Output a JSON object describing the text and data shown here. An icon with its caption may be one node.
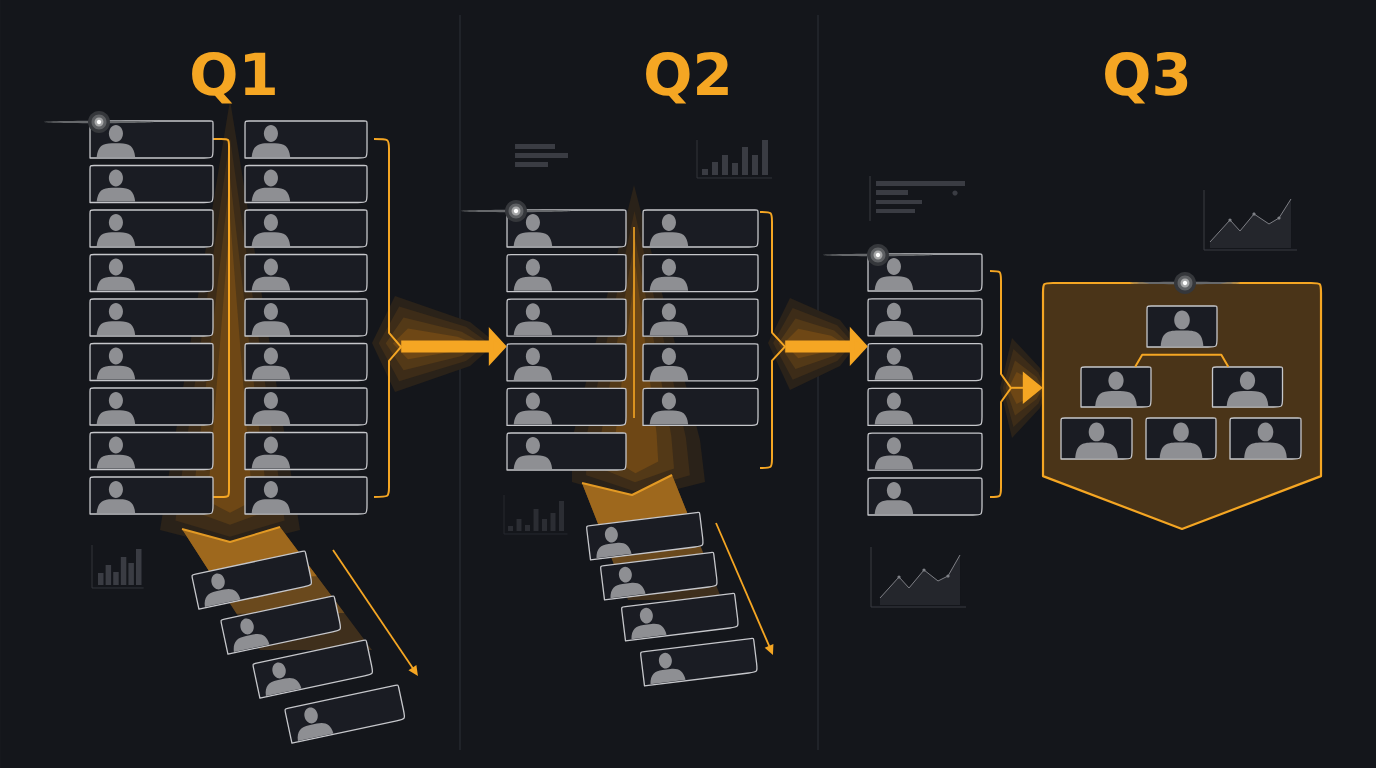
{
  "diagram": {
    "nodes": [
      {
        "text": [],
        "shape": "person"
      },
      {
        "text": [],
        "shape": "person"
      },
      {
        "text": [],
        "shape": "person"
      },
      {
        "text": [],
        "shape": "person"
      },
      {
        "text": [],
        "shape": "person"
      },
      {
        "text": [],
        "shape": "person"
      },
      {
        "text": [],
        "shape": "person"
      },
      {
        "text": [],
        "shape": "person"
      },
      {
        "text": [],
        "shape": "person"
      },
      {
        "text": [],
        "shape": "person"
      },
      {
        "text": [],
        "shape": "person"
      },
      {
        "text": [],
        "shape": "person"
      },
      {
        "text": [],
        "shape": "person"
      },
      {
        "text": [],
        "shape": "person"
      },
      {
        "text": [],
        "shape": "person"
      },
      {
        "text": [],
        "shape": "person"
      },
      {
        "text": [],
        "shape": "person"
      },
      {
        "text": [],
        "shape": "person"
      },
      {
        "text": [],
        "shape": "person"
      },
      {
        "text": [],
        "shape": "person"
      },
      {
        "text": [],
        "shape": "person"
      },
      {
        "text": [],
        "shape": "person"
      },
      {
        "text": [],
        "shape": "person"
      },
      {
        "text": [],
        "shape": "person"
      },
      {
        "text": [],
        "shape": "person"
      },
      {
        "text": [],
        "shape": "person"
      },
      {
        "text": [],
        "shape": "person"
      },
      {
        "text": [],
        "shape": "person"
      },
      {
        "text": [],
        "shape": "person"
      },
      {
        "text": [],
        "shape": "person"
      },
      {
        "text": [],
        "shape": "person"
      },
      {
        "text": [],
        "shape": "person"
      },
      {
        "text": [],
        "shape": "person"
      },
      {
        "text": [],
        "shape": "person"
      },
      {
        "text": [],
        "shape": "person"
      },
      {
        "text": [],
        "shape": "person"
      },
      {
        "text": [],
        "shape": "person"
      },
      {
        "text": [],
        "shape": "person"
      },
      {
        "text": [],
        "shape": "person"
      },
      {
        "text": [],
        "shape": "person"
      },
      {
        "text": [],
        "shape": "person"
      },
      {
        "text": [],
        "shape": "person"
      },
      {
        "text": [],
        "shape": "person"
      },
      {
        "text": [],
        "shape": "shield"
      },
      {
        "text": [],
        "shape": "person",
        "in": 43
      },
      {
        "text": [],
        "shape": "person",
        "in": 43
      },
      {
        "text": [],
        "shape": "person",
        "in": 43
      },
      {
        "text": [],
        "shape": "person",
        "in": 43
      },
      {
        "text": [],
        "shape": "person",
        "in": 43
      },
      {
        "text": [],
        "shape": "person",
        "in": 43
      },
      {
        "text": [],
        "shape": "bracket"
      },
      {
        "text": [],
        "shape": "bracket"
      },
      {
        "text": [],
        "shape": "bracket"
      }
    ],
    "edges": [
      {
        "from": 50,
        "to": 25,
        "arrow": "to",
        "style": "thick"
      },
      {
        "from": 51,
        "to": 39,
        "arrow": "to",
        "style": "thick"
      },
      {
        "from": 52,
        "to": 43,
        "arrow": "to"
      },
      {
        "from": 45,
        "to": 46,
        "arrow": "none"
      }
    ],
    "labels": [
      "Q1",
      "Q2",
      "Q3"
    ]
  }
}
